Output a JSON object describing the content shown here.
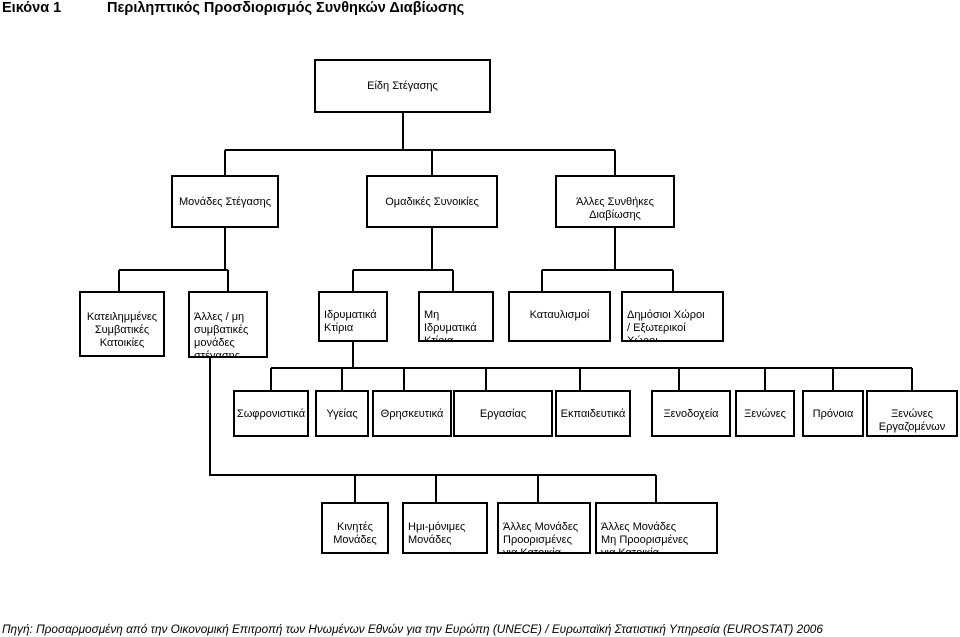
{
  "header": {
    "figure_label": "Εικόνα 1",
    "title": "Περιληπτικός Προσδιορισμός Συνθηκών Διαβίωσης"
  },
  "root": "Είδη Στέγασης",
  "level1": [
    "Μονάδες Στέγασης",
    "Ομαδικές Συνοικίες",
    "Άλλες Συνθήκες\nΔιαβίωσης"
  ],
  "level2": [
    "Κατειλημμένες\nΣυμβατικές\nΚατοικίες",
    "Άλλες / μη\nσυμβατικές\nμονάδες\nστέγασης",
    "Ιδρυματικά\nΚτίρια",
    "Μη\nΙδρυματικά\nΚτίρια",
    "Καταυλισμοί",
    "Δημόσιοι Χώροι\n/ Εξωτερικοί\nΧώροι"
  ],
  "level3": [
    "Σωφρονιστικά",
    "Υγείας",
    "Θρησκευτικά",
    "Εργασίας",
    "Εκπαιδευτικά",
    "Ξενοδοχεία",
    "Ξενώνες",
    "Πρόνοια",
    "Ξενώνες\nΕργαζομένων"
  ],
  "level4": [
    "Κινητές\nΜονάδες",
    "Ημι-μόνιμες\nΜονάδες",
    "Άλλες Μονάδες\nΠροορισμένες\nγια Κατοικία",
    "Άλλες Μονάδες\nΜη Προορισμένες\nγια Κατοικία"
  ],
  "source": "Πηγή: Προσαρμοσμένη από την Οικονομική Επιτροπή των Ηνωμένων Εθνών για την Ευρώπη (UNECE) / Ευρωπαϊκή Στατιστική Υπηρεσία (EUROSTAT) 2006"
}
